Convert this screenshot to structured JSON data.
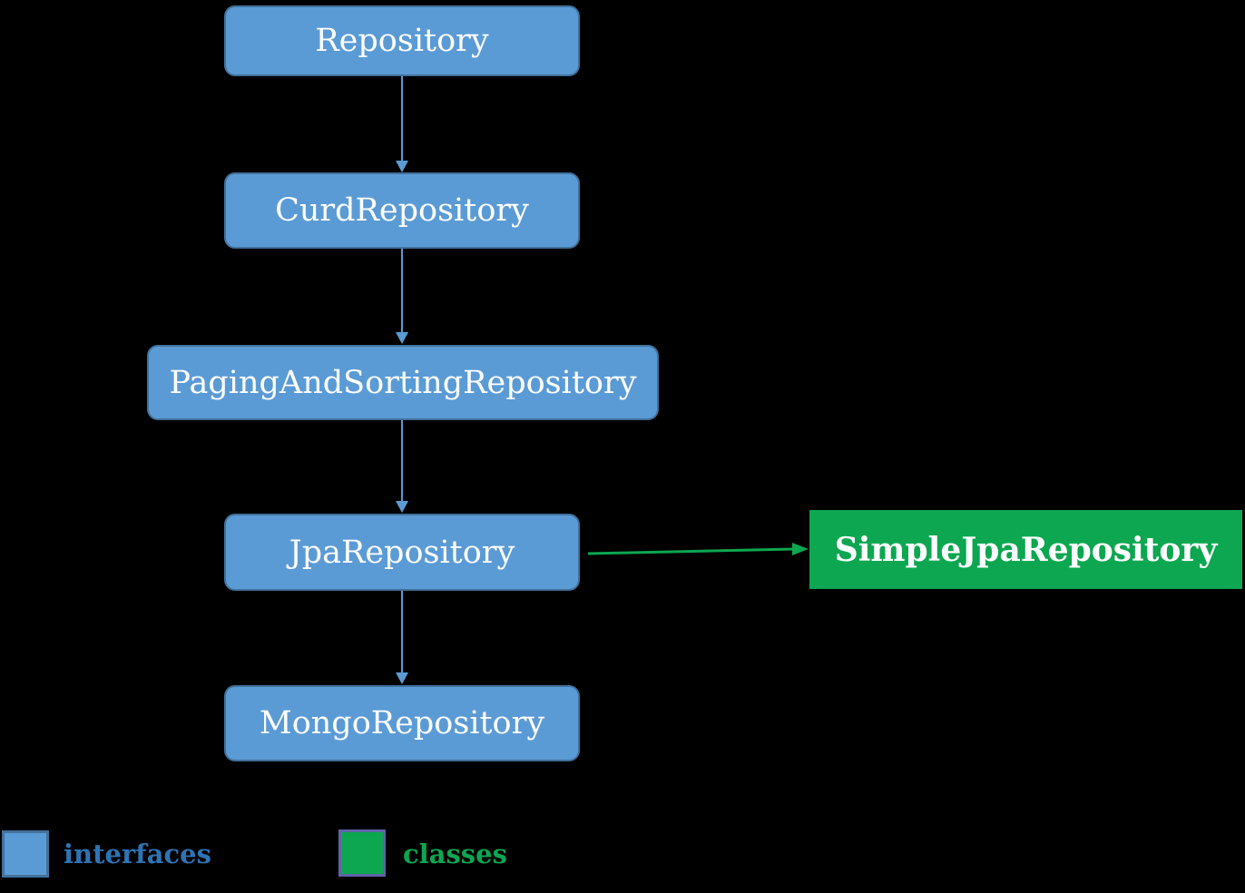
{
  "diagram": {
    "type": "hierarchy-flow",
    "nodes": {
      "repository": {
        "label": "Repository",
        "kind": "interface"
      },
      "curd": {
        "label": "CurdRepository",
        "kind": "interface"
      },
      "paging": {
        "label": "PagingAndSortingRepository",
        "kind": "interface"
      },
      "jpa": {
        "label": "JpaRepository",
        "kind": "interface"
      },
      "mongo": {
        "label": "MongoRepository",
        "kind": "interface"
      },
      "simplejpa": {
        "label": "SimpleJpaRepository",
        "kind": "class"
      }
    },
    "edges": [
      {
        "from": "Repository",
        "to": "CurdRepository",
        "color": "#5b9bd5"
      },
      {
        "from": "CurdRepository",
        "to": "PagingAndSortingRepository",
        "color": "#5b9bd5"
      },
      {
        "from": "PagingAndSortingRepository",
        "to": "JpaRepository",
        "color": "#5b9bd5"
      },
      {
        "from": "JpaRepository",
        "to": "MongoRepository",
        "color": "#5b9bd5"
      },
      {
        "from": "JpaRepository",
        "to": "SimpleJpaRepository",
        "color": "#0ca750"
      }
    ]
  },
  "legend": {
    "interfaces_label": "interfaces",
    "classes_label": "classes"
  },
  "colors": {
    "background": "#000000",
    "interface_fill": "#5b9bd5",
    "interface_border": "#41719c",
    "interface_text": "#ffffff",
    "class_fill": "#0ca750",
    "class_text": "#ffffff",
    "legend_interfaces_text": "#2e74b5",
    "legend_classes_text": "#0ca750",
    "legend_class_swatch_border": "#5f63a8",
    "arrow_blue": "#5b9bd5",
    "arrow_green": "#0ca750"
  }
}
